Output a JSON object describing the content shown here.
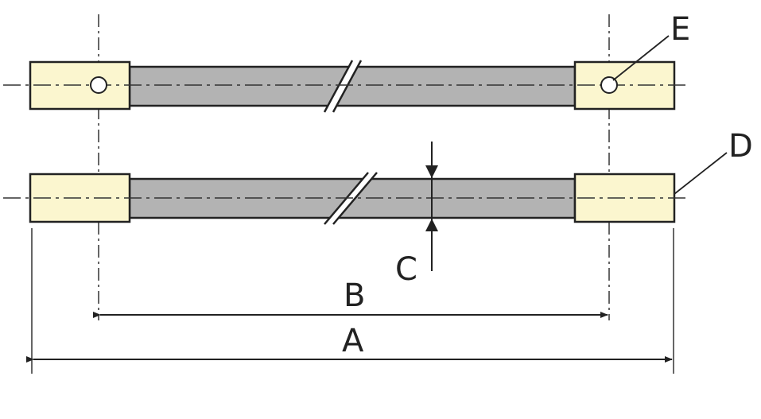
{
  "labels": {
    "a": "A",
    "b": "B",
    "c": "C",
    "d": "D",
    "e": "E"
  },
  "colors": {
    "end_cap_fill": "#fbf6cf",
    "rod_fill": "#b3b3b3",
    "outline": "#222222",
    "background": "#ffffff"
  }
}
